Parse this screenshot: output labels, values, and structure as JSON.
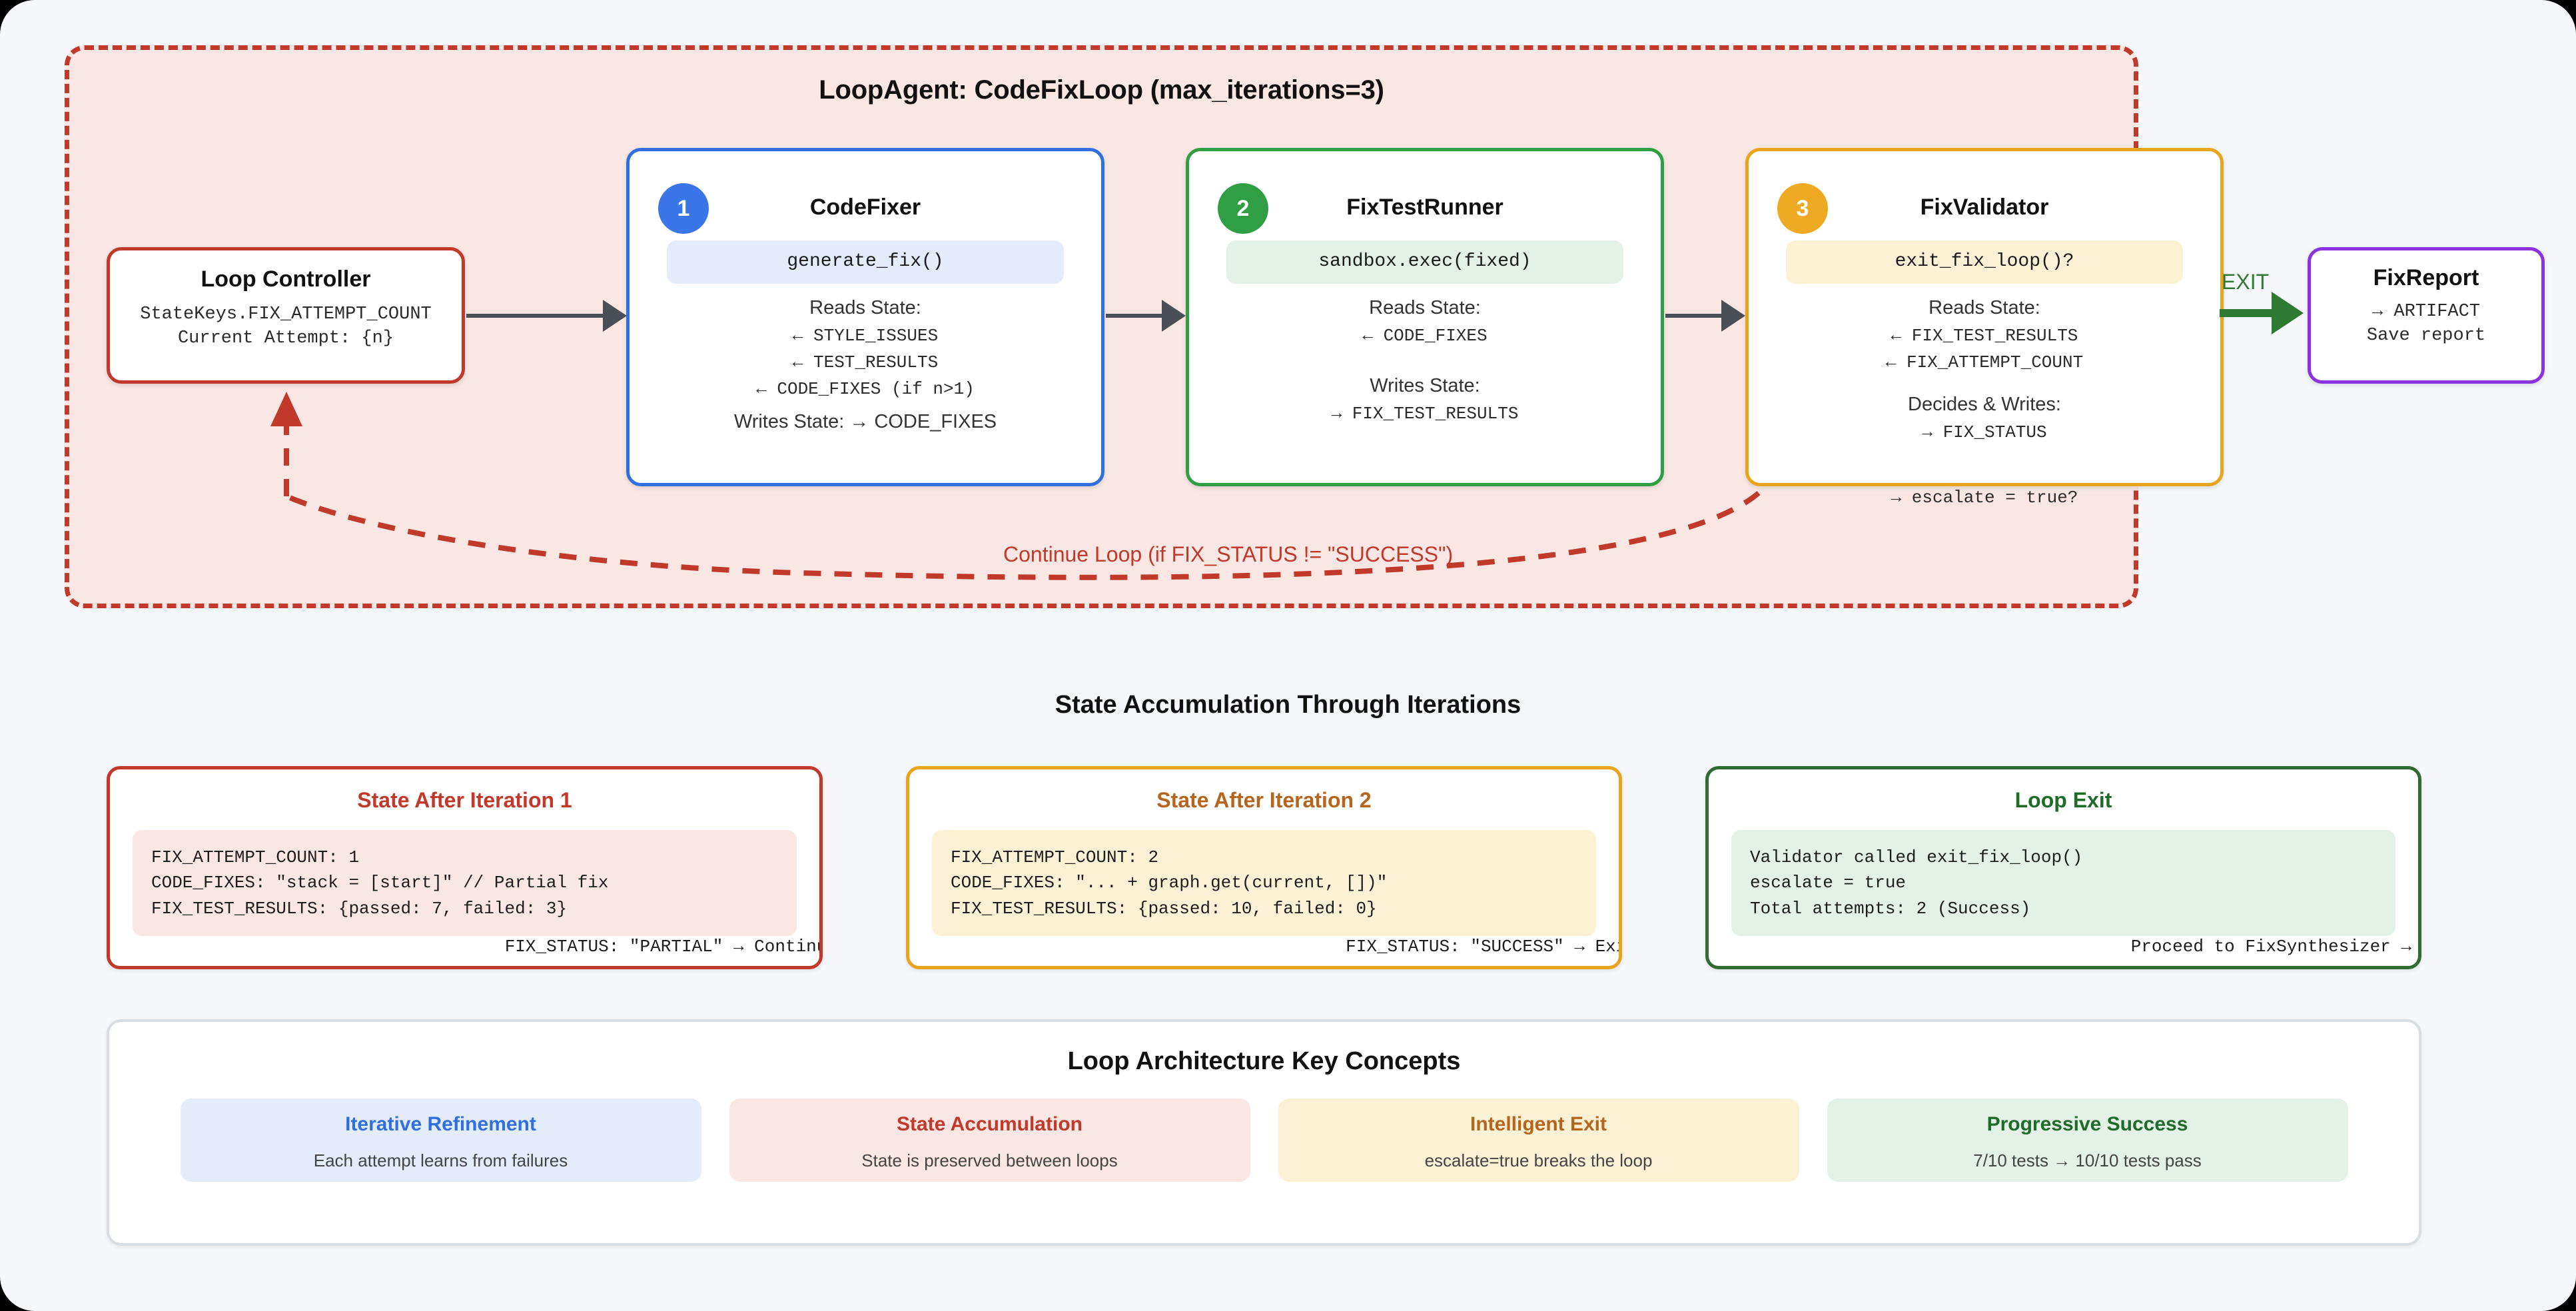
{
  "loop": {
    "title": "LoopAgent: CodeFixLoop (max_iterations=3)",
    "continue_label": "Continue Loop (if FIX_STATUS != \"SUCCESS\")",
    "exit_label": "EXIT"
  },
  "controller": {
    "title": "Loop Controller",
    "line1": "StateKeys.FIX_ATTEMPT_COUNT",
    "line2": "Current Attempt: {n}"
  },
  "nodes": [
    {
      "badge": "1",
      "title": "CodeFixer",
      "chip": "generate_fix()",
      "reads_label": "Reads State:",
      "reads": [
        "← STYLE_ISSUES",
        "← TEST_RESULTS",
        "← CODE_FIXES (if n>1)"
      ],
      "writes_inline": "Writes State: → CODE_FIXES",
      "accent": "#2f6fe0"
    },
    {
      "badge": "2",
      "title": "FixTestRunner",
      "chip": "sandbox.exec(fixed)",
      "reads_label": "Reads State:",
      "reads": [
        "← CODE_FIXES"
      ],
      "writes_label": "Writes State:",
      "writes": [
        "→ FIX_TEST_RESULTS"
      ],
      "accent": "#2f9e44"
    },
    {
      "badge": "3",
      "title": "FixValidator",
      "chip": "exit_fix_loop()?",
      "reads_label": "Reads State:",
      "reads": [
        "← FIX_TEST_RESULTS",
        "← FIX_ATTEMPT_COUNT"
      ],
      "writes_label": "Decides & Writes:",
      "writes": [
        "→ FIX_STATUS"
      ],
      "overflow_line": "→ escalate = true?",
      "accent": "#e8a41c"
    }
  ],
  "report": {
    "title": "FixReport",
    "line1": "→ ARTIFACT",
    "line2": "Save report"
  },
  "state_section": {
    "heading": "State Accumulation Through Iterations",
    "cards": [
      {
        "title": "State After Iteration 1",
        "lines": [
          "FIX_ATTEMPT_COUNT: 1",
          "CODE_FIXES: \"stack = [start]\" // Partial fix",
          "FIX_TEST_RESULTS: {passed: 7, failed: 3}"
        ],
        "footer": "FIX_STATUS: \"PARTIAL\" → Continue loop"
      },
      {
        "title": "State After Iteration 2",
        "lines": [
          "FIX_ATTEMPT_COUNT: 2",
          "CODE_FIXES: \"... + graph.get(current, [])\"",
          "FIX_TEST_RESULTS: {passed: 10, failed: 0}"
        ],
        "footer": "FIX_STATUS: \"SUCCESS\" → Exit loop"
      },
      {
        "title": "Loop Exit",
        "lines": [
          "Validator called exit_fix_loop()",
          "escalate = true",
          "Total attempts: 2 (Success)"
        ],
        "footer": "Proceed to FixSynthesizer →"
      }
    ]
  },
  "concepts": {
    "title": "Loop Architecture Key Concepts",
    "items": [
      {
        "title": "Iterative Refinement",
        "desc": "Each attempt learns from failures"
      },
      {
        "title": "State Accumulation",
        "desc": "State is preserved between loops"
      },
      {
        "title": "Intelligent Exit",
        "desc": "escalate=true breaks the loop"
      },
      {
        "title": "Progressive Success",
        "desc": "7/10 tests → 10/10 tests pass"
      }
    ]
  },
  "colors": {
    "loop_border": "#c0392b",
    "loop_fill": "#fae7e3",
    "blue": "#2f6fe0",
    "green": "#2f9e44",
    "amber": "#e8a41c",
    "purple": "#8b33e0",
    "exit_green": "#2f7a33",
    "page_bg": "#f5f7fa"
  }
}
